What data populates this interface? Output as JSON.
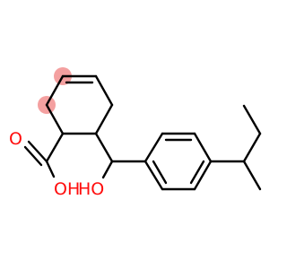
{
  "diagram": {
    "type": "skeletal-structure",
    "colors": {
      "bond": "#000000",
      "heteroatom_oxygen": "#ff0d0d",
      "highlight": "#f4a0a0",
      "background": "#ffffff"
    },
    "labels": {
      "carbonyl_oxygen": "O",
      "acid_hydroxyl": "OH",
      "alcohol_hydroxyl": "HO"
    }
  }
}
